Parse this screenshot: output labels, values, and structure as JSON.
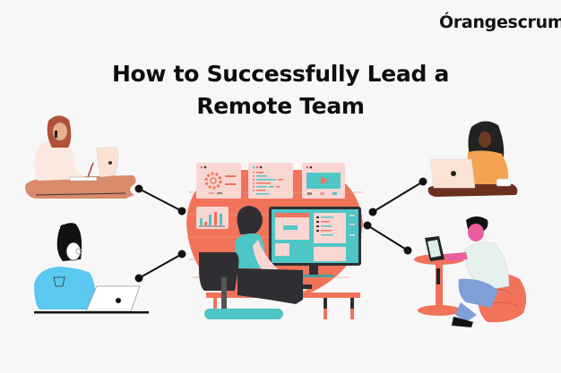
{
  "brand": {
    "logo_text": "Órangescrum",
    "logo_dot": ".",
    "accent_color": "#f37a2a"
  },
  "headline": {
    "line1": "How to Successfully Lead a",
    "line2": "Remote Team"
  },
  "illustration": {
    "central_figure": "person-at-desktop-computer",
    "floating_windows": [
      "settings-gear-window",
      "code-editor-window",
      "video-player-window",
      "bar-chart-window"
    ],
    "connected_people": [
      {
        "position": "top-left",
        "description": "woman on phone writing at laptop desk"
      },
      {
        "position": "bottom-left",
        "description": "woman with glasses at laptop"
      },
      {
        "position": "top-right",
        "description": "woman at laptop with coffee cup"
      },
      {
        "position": "bottom-right",
        "description": "man on beanbag typing on laptop at round table"
      }
    ],
    "colors": {
      "coral": "#f0735a",
      "teal": "#4fc6c6",
      "pink_panel": "#f8d6d2",
      "dark": "#2f2f33"
    }
  }
}
